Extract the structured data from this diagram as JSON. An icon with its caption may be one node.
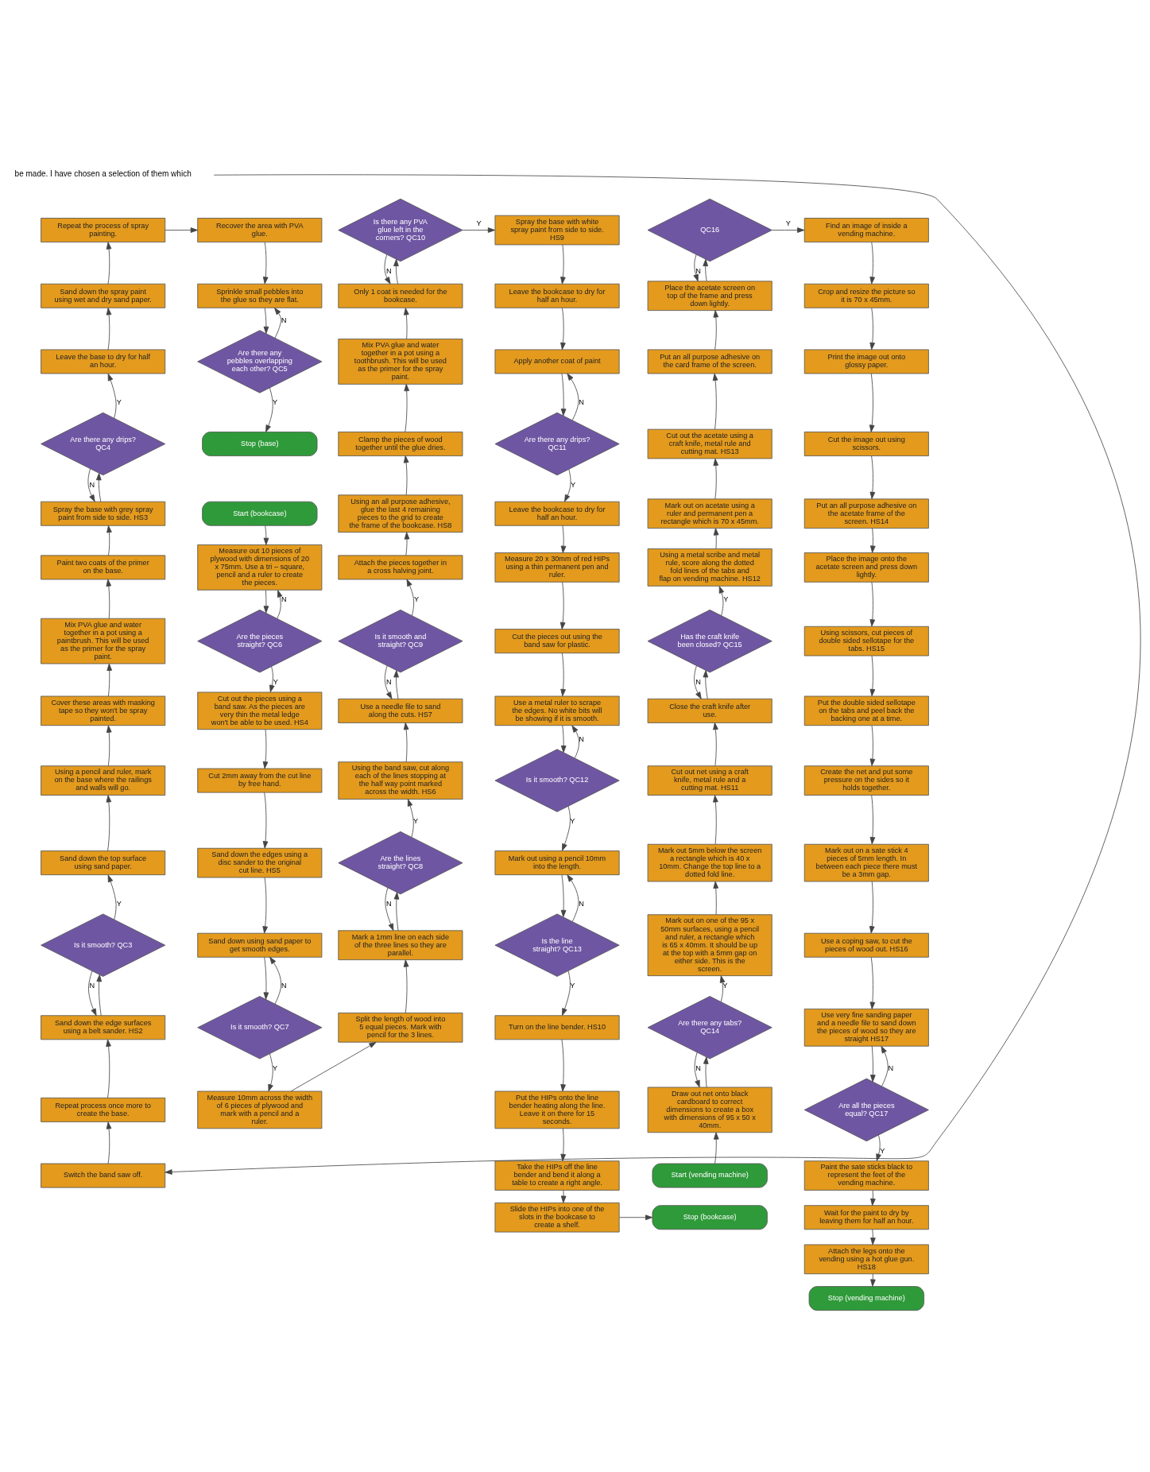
{
  "diagram": {
    "nodes": [
      {
        "text": [
          "Switch the band saw off."
        ]
      },
      {
        "text": [
          "Repeat process once more to create the base."
        ]
      },
      {
        "text": [
          "Sand down the edge surfaces using a belt sander. HS2"
        ]
      },
      {
        "text": [
          "Is it smooth? QC3"
        ]
      },
      {
        "text": [
          "Sand down the top surface using sand paper."
        ]
      },
      {
        "text": [
          "Using a pencil and ruler, mark on the base where the railings and walls will go."
        ]
      },
      {
        "text": [
          "Cover these areas with masking tape so they won't be spray painted."
        ]
      },
      {
        "text": [
          "Mix PVA glue and water together in a pot using a paintbrush. This will be used as the primer for the spray paint."
        ]
      },
      {
        "text": [
          "Paint two coats of the primer on the base."
        ]
      },
      {
        "text": [
          "Spray the base with grey spray paint from side to side. HS3"
        ]
      },
      {
        "text": [
          "Are there any drips? QC4"
        ]
      },
      {
        "text": [
          "Leave the base to dry for half an hour."
        ]
      },
      {
        "text": [
          "Sand down the spray paint using wet and dry sand paper."
        ]
      },
      {
        "text": [
          "Repeat the process of spray painting."
        ]
      },
      {
        "text": [
          "Recover the area with PVA glue."
        ]
      },
      {
        "text": [
          "Sprinkle small pebbles into the glue so they are flat."
        ]
      },
      {
        "text": [
          "Are there any pebbles overlapping each other? QC5"
        ]
      },
      {
        "text": [
          "Stop (base)"
        ]
      },
      {
        "text": [
          "Start (bookcase)"
        ]
      },
      {
        "text": [
          "Measure out 10 pieces of plywood with dimensions of 20 x 75mm. Use a tri – square, pencil and a ruler to create the pieces."
        ]
      },
      {
        "text": [
          "Are the pieces straight? QC6"
        ]
      },
      {
        "text": [
          "Cut out the pieces using a band saw. As the pieces are very thin the metal ledge won't be able to be used. HS4"
        ]
      },
      {
        "text": [
          "Cut 2mm away from the cut line by free hand."
        ]
      },
      {
        "text": [
          "Sand down the edges using a disc sander to the original cut line. HS5"
        ]
      },
      {
        "text": [
          "Sand down using sand paper to get smooth edges."
        ]
      },
      {
        "text": [
          "Is it smooth? QC7"
        ]
      },
      {
        "text": [
          "Measure 10mm across the width of 6 pieces of plywood and mark with a pencil and a ruler."
        ]
      },
      {
        "text": [
          "Split the length of wood into 5 equal pieces. Mark with pencil for the 3 lines."
        ]
      },
      {
        "text": [
          "Mark a 1mm line on each side of the three lines so they are parallel."
        ]
      },
      {
        "text": [
          "Are the lines straight? QC8"
        ]
      },
      {
        "text": [
          "Using the band saw, cut along each of the lines stopping at the half way point marked across the width. HS6"
        ]
      },
      {
        "text": [
          "Use a needle file to sand along the cuts. HS7"
        ]
      },
      {
        "text": [
          "Is it smooth and straight? QC9"
        ]
      },
      {
        "text": [
          "Attach the pieces together in a cross halving joint."
        ]
      },
      {
        "text": [
          "Using an all purpose adhesive, glue the last 4 remaining pieces to the grid to create the frame of the bookcase. HS8"
        ]
      },
      {
        "text": [
          "Clamp the pieces of wood together until the glue dries."
        ]
      },
      {
        "text": [
          "Mix PVA glue and water together in a pot using a toothbrush. This will be used as the primer for the spray paint."
        ]
      },
      {
        "text": [
          "Only 1 coat is needed for the bookcase."
        ]
      },
      {
        "text": [
          "Is there any PVA glue left in the corners? QC10"
        ]
      },
      {
        "text": [
          "Spray the base with white spray paint from side to side. HS9"
        ]
      },
      {
        "text": [
          "Leave the bookcase to dry for half an hour."
        ]
      },
      {
        "text": [
          "Apply another coat of paint"
        ]
      },
      {
        "text": [
          "Are there any drips? QC11"
        ]
      },
      {
        "text": [
          "Leave the bookcase to dry for half an hour."
        ]
      },
      {
        "text": [
          "Measure 20 x 30mm of red HIPs using a thin permanent pen and ruler."
        ]
      },
      {
        "text": [
          "Cut the pieces out using the band saw for plastic."
        ]
      },
      {
        "text": [
          "Use a metal ruler to scrape the edges. No white bits will be showing if it is smooth."
        ]
      },
      {
        "text": [
          "Is it smooth? QC12"
        ]
      },
      {
        "text": [
          "Mark out using a pencil 10mm into the length."
        ]
      },
      {
        "text": [
          "Is the line straight? QC13"
        ]
      },
      {
        "text": [
          "Turn on the line bender. HS10"
        ]
      },
      {
        "text": [
          "Put the HIPs onto the line bender heating along the line. Leave it on there for 15 seconds."
        ]
      },
      {
        "text": [
          "Take the HIPs off the line bender and bend it along a table to create a right angle."
        ]
      },
      {
        "text": [
          "Slide the HIPs into one of the slots in the bookcase to create a shelf."
        ]
      },
      {
        "text": [
          "Stop (bookcase)"
        ]
      },
      {
        "text": [
          "Start (vending machine)"
        ]
      },
      {
        "text": [
          "Draw out net onto black cardboard to correct dimensions to create a box with dimensions of 95 x 50 x 40mm."
        ]
      },
      {
        "text": [
          "Are there any tabs? QC14"
        ]
      },
      {
        "text": [
          "Mark out on one of the 95 x 50mm surfaces, using a pencil and ruler, a rectangle which is 65 x 40mm. It should be up at the top with a 5mm gap on either side. This is the screen."
        ]
      },
      {
        "text": [
          "Mark out 5mm below the screen a rectangle which is 40 x 10mm. Change the top line to a dotted fold line."
        ]
      },
      {
        "text": [
          "Cut out net using a craft knife, metal rule and a cutting mat. HS11"
        ]
      },
      {
        "text": [
          "Close the craft knife after use."
        ]
      },
      {
        "text": [
          "Has the craft knife been closed? QC15"
        ]
      },
      {
        "text": [
          "Using a metal scribe and metal rule, score along the dotted fold lines of the tabs and flap on vending machine. HS12"
        ]
      },
      {
        "text": [
          "Mark out on acetate using a ruler and permanent pen a rectangle which is 70 x 45mm."
        ]
      },
      {
        "text": [
          "Cut out the acetate using a craft knife, metal rule and cutting mat. HS13"
        ]
      },
      {
        "text": [
          "Put an all purpose adhesive on the card frame of the screen."
        ]
      },
      {
        "text": [
          "Place the acetate screen on top of the frame and press down lightly."
        ]
      },
      {
        "text": [
          "QC16"
        ]
      },
      {
        "text": [
          "Find an image of inside a vending machine."
        ]
      },
      {
        "text": [
          "Crop and resize the picture so it is 70 x 45mm."
        ]
      },
      {
        "text": [
          "Print the image out onto glossy paper."
        ]
      },
      {
        "text": [
          "Cut the image out using scissors."
        ]
      },
      {
        "text": [
          "Put an all purpose adhesive on the acetate frame of the screen. HS14"
        ]
      },
      {
        "text": [
          "Place the image onto the acetate screen and press down lightly."
        ]
      },
      {
        "text": [
          "Using scissors, cut pieces of double sided sellotape for the tabs. HS15"
        ]
      },
      {
        "text": [
          "Put the double sided sellotape on the tabs and peel back the backing one at a time."
        ]
      },
      {
        "text": [
          "Create the net and put some pressure on the sides so it holds together."
        ]
      },
      {
        "text": [
          "Mark out on a sate stick 4 pieces of 5mm length. In between each piece there must be a 3mm gap."
        ]
      },
      {
        "text": [
          "Use a coping saw, to cut the pieces of wood out. HS16"
        ]
      },
      {
        "text": [
          "Use very fine sanding paper and a needle file to sand down the pieces of wood so they are straight HS17"
        ]
      },
      {
        "text": [
          "Are all the pieces equal? QC17"
        ]
      },
      {
        "text": [
          "Paint the sate sticks black to represent the feet of the vending machine."
        ]
      },
      {
        "text": [
          "Wait for the paint to dry by leaving them for half an hour."
        ]
      },
      {
        "text": [
          "Attach the legs onto the vending using a hot glue gun. HS18"
        ]
      },
      {
        "text": [
          "Stop (vending machine)"
        ]
      }
    ],
    "edges": [
      {
        "from": null,
        "to": 0,
        "arrow": "to"
      },
      {
        "from": 0,
        "to": 1,
        "arrow": "to"
      },
      {
        "from": 1,
        "to": 2,
        "arrow": "to"
      },
      {
        "from": 2,
        "to": 3,
        "arrow": "to"
      },
      {
        "from": 3,
        "to": 4,
        "arrow": "to",
        "label": "Y"
      },
      {
        "from": 3,
        "to": 2,
        "arrow": "to",
        "label": "N"
      },
      {
        "from": 4,
        "to": 5,
        "arrow": "to"
      },
      {
        "from": 5,
        "to": 6,
        "arrow": "to"
      },
      {
        "from": 6,
        "to": 7,
        "arrow": "to"
      },
      {
        "from": 7,
        "to": 8,
        "arrow": "to"
      },
      {
        "from": 8,
        "to": 9,
        "arrow": "to"
      },
      {
        "from": 9,
        "to": 10,
        "arrow": "to"
      },
      {
        "from": 10,
        "to": 11,
        "arrow": "to",
        "label": "Y"
      },
      {
        "from": 10,
        "to": 9,
        "arrow": "to",
        "label": "N"
      },
      {
        "from": 11,
        "to": 12,
        "arrow": "to"
      },
      {
        "from": 12,
        "to": 13,
        "arrow": "to"
      },
      {
        "from": 13,
        "to": 14,
        "arrow": "to"
      },
      {
        "from": 14,
        "to": 15,
        "arrow": "to"
      },
      {
        "from": 15,
        "to": 16,
        "arrow": "to"
      },
      {
        "from": 16,
        "to": 17,
        "arrow": "to",
        "label": "Y"
      },
      {
        "from": 16,
        "to": 15,
        "arrow": "to",
        "label": "N"
      },
      {
        "from": 18,
        "to": 19,
        "arrow": "to"
      },
      {
        "from": 19,
        "to": 20,
        "arrow": "to"
      },
      {
        "from": 20,
        "to": 21,
        "arrow": "to",
        "label": "Y"
      },
      {
        "from": 20,
        "to": 19,
        "arrow": "to",
        "label": "N"
      },
      {
        "from": 21,
        "to": 22,
        "arrow": "to"
      },
      {
        "from": 22,
        "to": 23,
        "arrow": "to"
      },
      {
        "from": 23,
        "to": 24,
        "arrow": "to"
      },
      {
        "from": 24,
        "to": 25,
        "arrow": "to"
      },
      {
        "from": 25,
        "to": 26,
        "arrow": "to",
        "label": "Y"
      },
      {
        "from": 25,
        "to": 24,
        "arrow": "to",
        "label": "N"
      },
      {
        "from": 26,
        "to": 27,
        "arrow": "to"
      },
      {
        "from": 27,
        "to": 28,
        "arrow": "to"
      },
      {
        "from": 28,
        "to": 29,
        "arrow": "to"
      },
      {
        "from": 29,
        "to": 30,
        "arrow": "to",
        "label": "Y"
      },
      {
        "from": 29,
        "to": 28,
        "arrow": "to",
        "label": "N"
      },
      {
        "from": 30,
        "to": 31,
        "arrow": "to"
      },
      {
        "from": 31,
        "to": 32,
        "arrow": "to"
      },
      {
        "from": 32,
        "to": 33,
        "arrow": "to",
        "label": "Y"
      },
      {
        "from": 32,
        "to": 31,
        "arrow": "to",
        "label": "N"
      },
      {
        "from": 33,
        "to": 34,
        "arrow": "to"
      },
      {
        "from": 34,
        "to": 35,
        "arrow": "to"
      },
      {
        "from": 35,
        "to": 36,
        "arrow": "to"
      },
      {
        "from": 36,
        "to": 37,
        "arrow": "to"
      },
      {
        "from": 37,
        "to": 38,
        "arrow": "to"
      },
      {
        "from": 38,
        "to": 39,
        "arrow": "to",
        "label": "Y"
      },
      {
        "from": 38,
        "to": 37,
        "arrow": "to",
        "label": "N"
      },
      {
        "from": 39,
        "to": 40,
        "arrow": "to"
      },
      {
        "from": 40,
        "to": 41,
        "arrow": "to"
      },
      {
        "from": 41,
        "to": 42,
        "arrow": "to"
      },
      {
        "from": 42,
        "to": 43,
        "arrow": "to",
        "label": "Y"
      },
      {
        "from": 42,
        "to": 41,
        "arrow": "to",
        "label": "N"
      },
      {
        "from": 43,
        "to": 44,
        "arrow": "to"
      },
      {
        "from": 44,
        "to": 45,
        "arrow": "to"
      },
      {
        "from": 45,
        "to": 46,
        "arrow": "to"
      },
      {
        "from": 46,
        "to": 47,
        "arrow": "to"
      },
      {
        "from": 47,
        "to": 48,
        "arrow": "to",
        "label": "Y"
      },
      {
        "from": 47,
        "to": 46,
        "arrow": "to",
        "label": "N"
      },
      {
        "from": 48,
        "to": 49,
        "arrow": "to"
      },
      {
        "from": 49,
        "to": 50,
        "arrow": "to",
        "label": "Y"
      },
      {
        "from": 49,
        "to": 48,
        "arrow": "to",
        "label": "N"
      },
      {
        "from": 50,
        "to": 51,
        "arrow": "to"
      },
      {
        "from": 51,
        "to": 52,
        "arrow": "to"
      },
      {
        "from": 52,
        "to": 53,
        "arrow": "to"
      },
      {
        "from": 53,
        "to": 54,
        "arrow": "to"
      },
      {
        "from": 55,
        "to": 56,
        "arrow": "to"
      },
      {
        "from": 56,
        "to": 57,
        "arrow": "to"
      },
      {
        "from": 57,
        "to": 58,
        "arrow": "to",
        "label": "Y"
      },
      {
        "from": 57,
        "to": 56,
        "arrow": "to",
        "label": "N"
      },
      {
        "from": 58,
        "to": 59,
        "arrow": "to"
      },
      {
        "from": 59,
        "to": 60,
        "arrow": "to"
      },
      {
        "from": 60,
        "to": 61,
        "arrow": "to"
      },
      {
        "from": 61,
        "to": 62,
        "arrow": "to"
      },
      {
        "from": 62,
        "to": 63,
        "arrow": "to",
        "label": "Y"
      },
      {
        "from": 62,
        "to": 61,
        "arrow": "to",
        "label": "N"
      },
      {
        "from": 63,
        "to": 64,
        "arrow": "to"
      },
      {
        "from": 64,
        "to": 65,
        "arrow": "to"
      },
      {
        "from": 65,
        "to": 66,
        "arrow": "to"
      },
      {
        "from": 66,
        "to": 67,
        "arrow": "to"
      },
      {
        "from": 67,
        "to": 68,
        "arrow": "to"
      },
      {
        "from": 68,
        "to": 69,
        "arrow": "to",
        "label": "Y"
      },
      {
        "from": 68,
        "to": 67,
        "arrow": "to",
        "label": "N"
      },
      {
        "from": 69,
        "to": 70,
        "arrow": "to"
      },
      {
        "from": 70,
        "to": 71,
        "arrow": "to"
      },
      {
        "from": 71,
        "to": 72,
        "arrow": "to"
      },
      {
        "from": 72,
        "to": 73,
        "arrow": "to"
      },
      {
        "from": 73,
        "to": 74,
        "arrow": "to"
      },
      {
        "from": 74,
        "to": 75,
        "arrow": "to"
      },
      {
        "from": 75,
        "to": 76,
        "arrow": "to"
      },
      {
        "from": 76,
        "to": 77,
        "arrow": "to"
      },
      {
        "from": 77,
        "to": 78,
        "arrow": "to"
      },
      {
        "from": 78,
        "to": 79,
        "arrow": "to"
      },
      {
        "from": 79,
        "to": 80,
        "arrow": "to"
      },
      {
        "from": 80,
        "to": 81,
        "arrow": "to"
      },
      {
        "from": 81,
        "to": 82,
        "arrow": "to",
        "label": "Y"
      },
      {
        "from": 81,
        "to": 80,
        "arrow": "to",
        "label": "N"
      },
      {
        "from": 82,
        "to": 83,
        "arrow": "to"
      },
      {
        "from": 83,
        "to": 84,
        "arrow": "to"
      },
      {
        "from": 84,
        "to": 85,
        "arrow": "to"
      }
    ],
    "labels": [
      "be made. I have chosen a selection of them which"
    ]
  }
}
